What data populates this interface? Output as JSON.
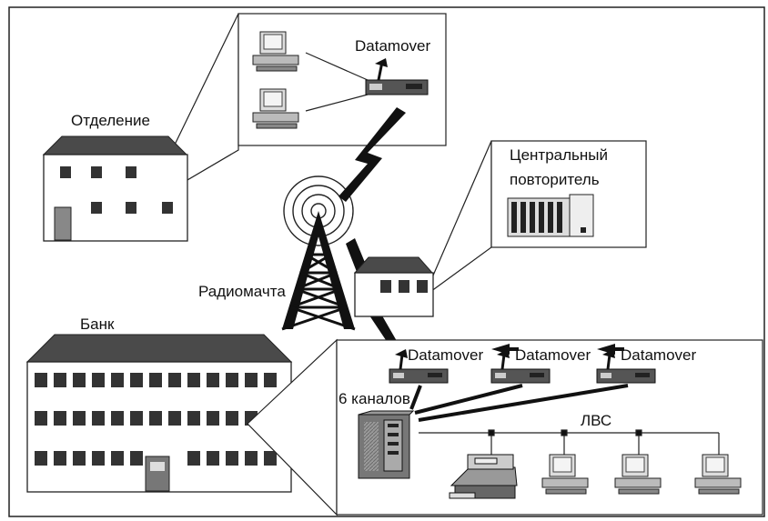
{
  "labels": {
    "branch": "Отделение",
    "datamover_top": "Datamover",
    "central_repeater": "Центральный\nповторитель",
    "radio_mast": "Радиомачта",
    "bank": "Банк",
    "datamover_1": "Datamover",
    "datamover_2": "Datamover",
    "datamover_3": "Datamover",
    "channels": "6 каналов",
    "lan": "ЛВС"
  },
  "colors": {
    "ink": "#111111",
    "roof": "#4a4a4a",
    "window": "#333333",
    "background": "#ffffff"
  }
}
